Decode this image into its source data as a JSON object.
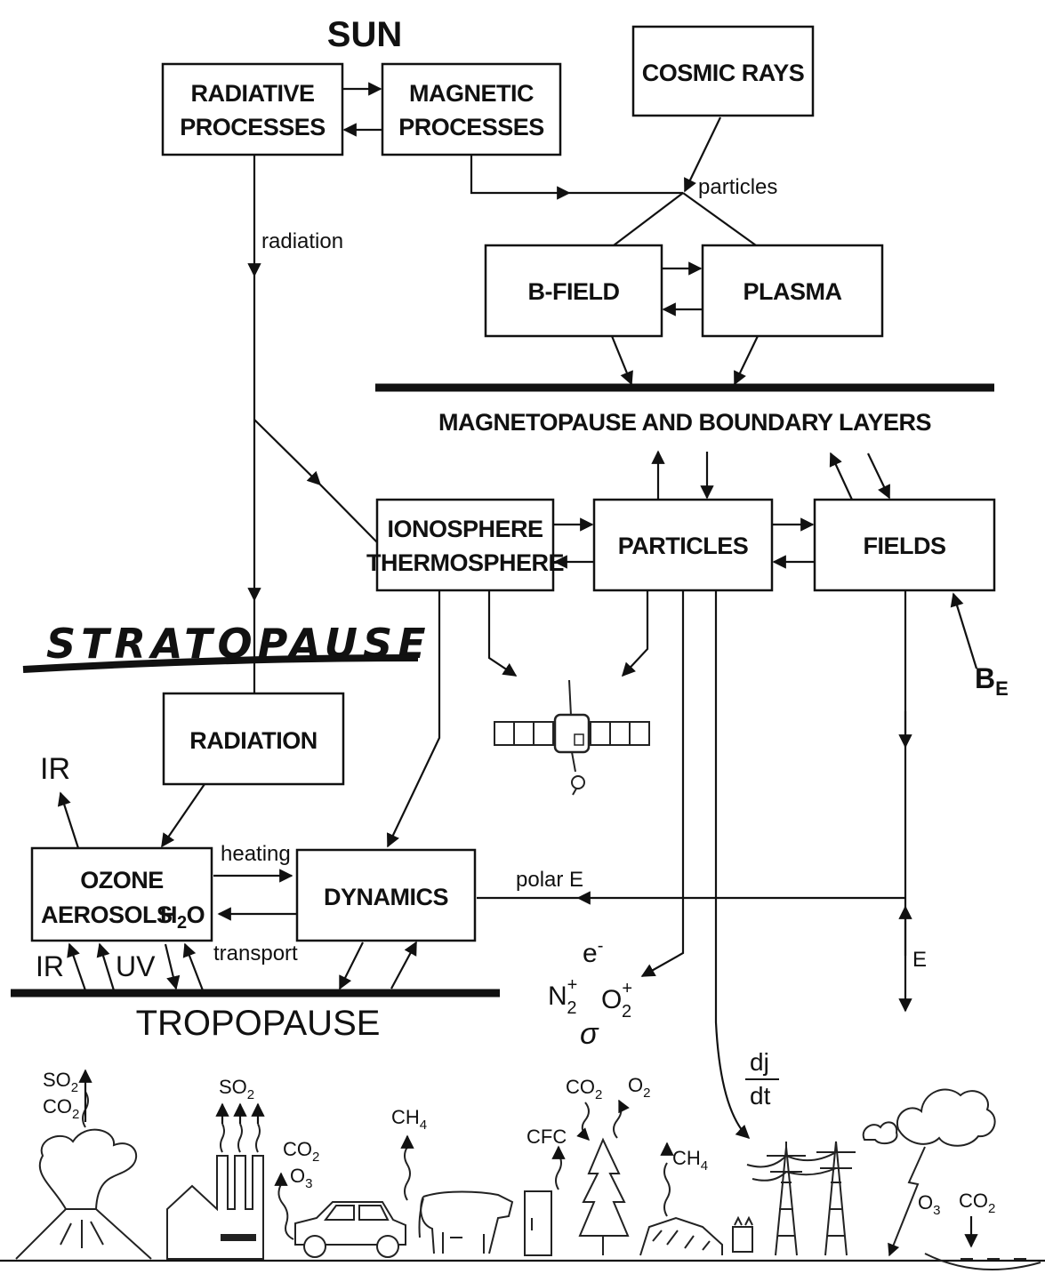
{
  "title": "SUN",
  "boxes": {
    "radiative": [
      "RADIATIVE",
      "PROCESSES"
    ],
    "magnetic": [
      "MAGNETIC",
      "PROCESSES"
    ],
    "cosmic": "COSMIC RAYS",
    "bfield": "B-FIELD",
    "plasma": "PLASMA",
    "ionosphere": [
      "IONOSPHERE",
      "THERMOSPHERE"
    ],
    "particles": "PARTICLES",
    "fields": "FIELDS",
    "radiation": "RADIATION",
    "ozone": [
      "OZONE",
      "AEROSOLS"
    ],
    "dynamics": "DYNAMICS"
  },
  "labels": {
    "particles_flow": "particles",
    "radiation_flow": "radiation",
    "magnetopause": "MAGNETOPAUSE AND BOUNDARY LAYERS",
    "stratopause": "STRATOPAUSE",
    "tropopause": "TROPOPAUSE",
    "heating": "heating",
    "transport": "transport",
    "polar_e": "polar E",
    "ir_top": "IR",
    "ir_bottom": "IR",
    "uv": "UV",
    "e_field": "E",
    "sigma": "σ"
  },
  "emissions": {
    "volcano": [
      "SO",
      "CO"
    ],
    "factory": "SO",
    "car": [
      "CO",
      "O"
    ],
    "cow": "CH",
    "fridge": "CFC",
    "tree": [
      "CO",
      "O"
    ],
    "debris": "CH",
    "lake": [
      "O",
      "CO"
    ]
  }
}
